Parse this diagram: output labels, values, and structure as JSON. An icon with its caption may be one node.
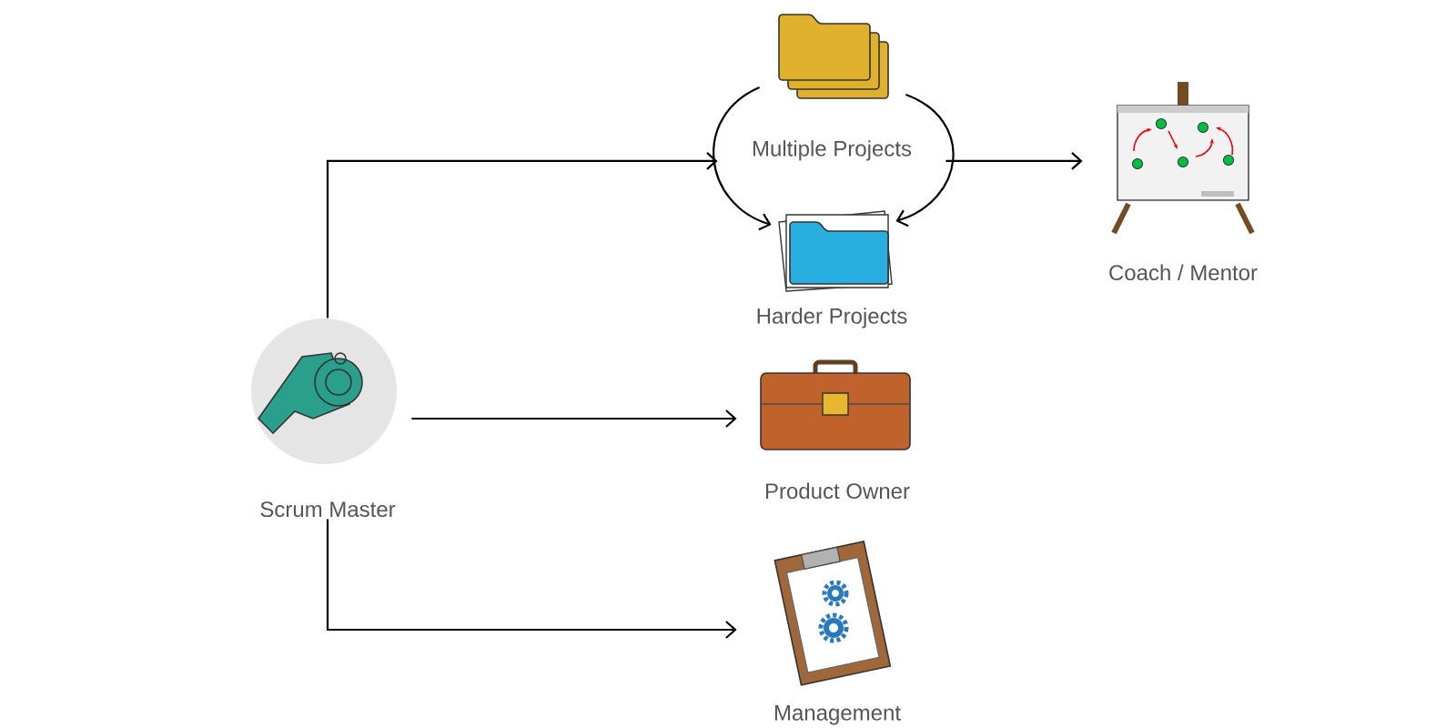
{
  "diagram": {
    "nodes": [
      {
        "text": [
          "Scrum Master"
        ]
      },
      {
        "text": [
          "Multiple Projects"
        ]
      },
      {
        "text": [
          "Harder Projects"
        ]
      },
      {
        "text": [
          "Coach / Mentor"
        ]
      },
      {
        "text": [
          "Product Owner"
        ]
      },
      {
        "text": [
          "Management"
        ]
      }
    ],
    "edges": [
      {
        "from": 0,
        "to": 1,
        "arrow": "to"
      },
      {
        "from": 1,
        "to": 2,
        "arrow": "to"
      },
      {
        "from": 1,
        "to": 2,
        "arrow": "to"
      },
      {
        "from": 1,
        "to": 3,
        "arrow": "to"
      },
      {
        "from": 0,
        "to": 4,
        "arrow": "to"
      },
      {
        "from": 0,
        "to": 5,
        "arrow": "to"
      }
    ]
  }
}
